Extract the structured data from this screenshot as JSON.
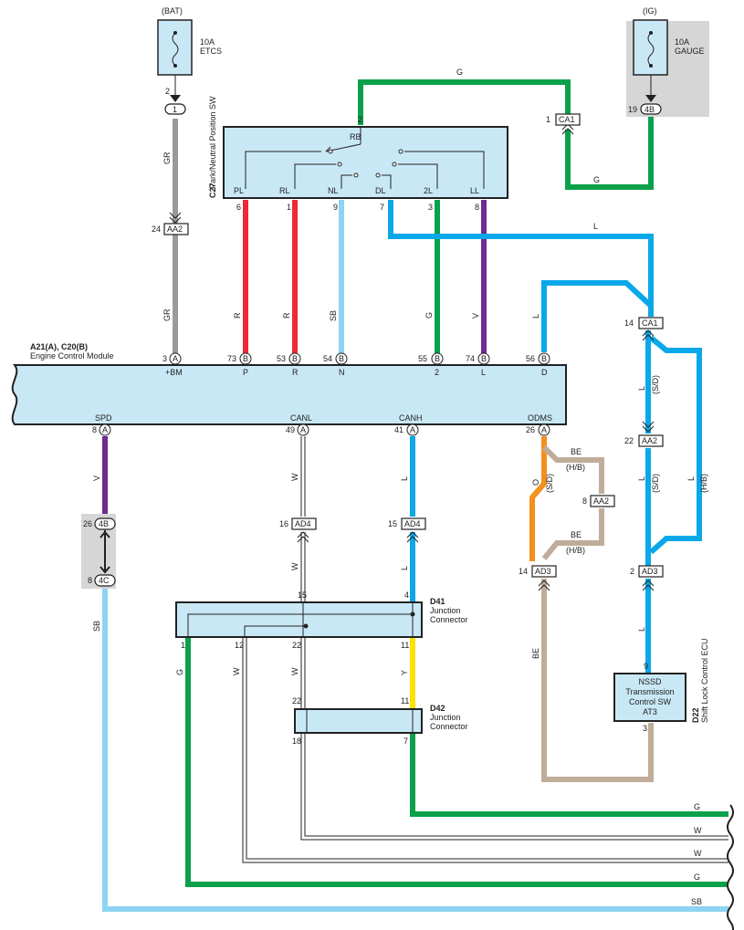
{
  "colors": {
    "G": "#0aa14a",
    "R": "#ee2a35",
    "SB": "#8dd3f3",
    "L": "#0aa8e8",
    "V": "#6f2b91",
    "GR": "#9a9a9a",
    "W": "#222222",
    "Y": "#ffe100",
    "O": "#f3901e",
    "BE": "#c0ad99",
    "box": "#c9e8f6",
    "shade": "#d6d6d6"
  },
  "power": {
    "bat": {
      "label": "(BAT)",
      "fuse_amp": "10A",
      "fuse_name": "ETCS",
      "pin": "2",
      "conn": "1"
    },
    "ig": {
      "label": "(IG)",
      "fuse_amp": "10A",
      "fuse_name": "GAUGE",
      "pin": "19",
      "conn": "4B"
    }
  },
  "c27": {
    "code": "C27",
    "name": "Park/Neutral Position SW",
    "top_pin": "2",
    "rb": "RB",
    "terms": [
      {
        "label": "PL",
        "pin": "6"
      },
      {
        "label": "RL",
        "pin": "1"
      },
      {
        "label": "NL",
        "pin": "9"
      },
      {
        "label": "DL",
        "pin": "7"
      },
      {
        "label": "2L",
        "pin": "3"
      },
      {
        "label": "LL",
        "pin": "8"
      }
    ]
  },
  "ecm": {
    "code": "A21(A), C20(B)",
    "name": "Engine Control Module",
    "top_pins": [
      {
        "num": "3",
        "conn": "A",
        "label": "+BM"
      },
      {
        "num": "73",
        "conn": "B",
        "label": "P"
      },
      {
        "num": "53",
        "conn": "B",
        "label": "R"
      },
      {
        "num": "54",
        "conn": "B",
        "label": "N"
      },
      {
        "num": "55",
        "conn": "B",
        "label": "2"
      },
      {
        "num": "74",
        "conn": "B",
        "label": "L"
      },
      {
        "num": "56",
        "conn": "B",
        "label": "D"
      }
    ],
    "bottom_pins": [
      {
        "num": "8",
        "conn": "A",
        "label": "SPD"
      },
      {
        "num": "49",
        "conn": "A",
        "label": "CANL"
      },
      {
        "num": "41",
        "conn": "A",
        "label": "CANH"
      },
      {
        "num": "26",
        "conn": "A",
        "label": "ODMS"
      }
    ]
  },
  "connectors": {
    "ca1_top": {
      "pin": "1",
      "name": "CA1"
    },
    "aa2_left": {
      "pin": "24",
      "name": "AA2"
    },
    "ca1_right": {
      "pin": "14",
      "name": "CA1"
    },
    "aa2_right": {
      "pin": "22",
      "name": "AA2"
    },
    "aa2_mid": {
      "pin": "8",
      "name": "AA2"
    },
    "ad4_left": {
      "pin": "16",
      "name": "AD4"
    },
    "ad4_right": {
      "pin": "15",
      "name": "AD4"
    },
    "ad3_left": {
      "pin": "14",
      "name": "AD3"
    },
    "ad3_right": {
      "pin": "2",
      "name": "AD3"
    },
    "c4b": {
      "pin": "26",
      "name": "4B"
    },
    "c4c": {
      "pin": "8",
      "name": "4C"
    }
  },
  "d41": {
    "code": "D41",
    "name1": "Junction",
    "name2": "Connector",
    "top_pins": [
      "15",
      "4"
    ],
    "bottom_pins": [
      "1",
      "12",
      "22",
      "11"
    ]
  },
  "d42": {
    "code": "D42",
    "name1": "Junction",
    "name2": "Connector",
    "top_pins": [
      "22",
      "11"
    ],
    "bottom_pins": [
      "18",
      "7"
    ]
  },
  "d22": {
    "code": "D22",
    "name": "Shift Lock Control ECU",
    "line1": "NSSD",
    "line2": "Transmission",
    "line3": "Control SW",
    "line4": "AT3",
    "pin_top": "9",
    "pin_bottom": "3"
  },
  "wire_labels": {
    "g": "G",
    "gr": "GR",
    "r": "R",
    "sb": "SB",
    "v": "V",
    "l": "L",
    "w": "W",
    "y": "Y",
    "o": "O",
    "be": "BE",
    "sd": "(S/D)",
    "hb": "(H/B)"
  }
}
